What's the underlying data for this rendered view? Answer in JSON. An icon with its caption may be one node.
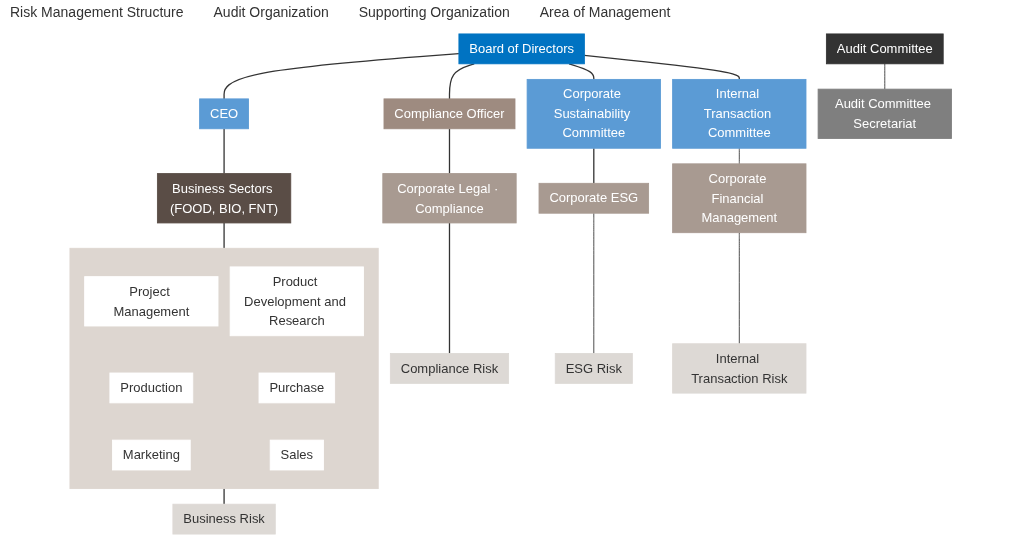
{
  "diagram": {
    "nodes": [
      {
        "text": [
          "Board of Directors"
        ]
      },
      {
        "text": [
          "Audit Committee"
        ]
      },
      {
        "text": [
          "Compliance Officer"
        ]
      },
      {
        "text": [
          "CEO"
        ]
      },
      {
        "text": [
          "Corporate Sustainability Committee"
        ]
      },
      {
        "text": [
          "Internal Transaction Committee"
        ]
      },
      {
        "text": [
          "Business Sectors (FOOD, BIO, FNT)"
        ]
      },
      {
        "text": [],
        "shape": "box"
      },
      {
        "text": [
          "Project Management"
        ],
        "in": 7
      },
      {
        "text": [
          "Product Development and Research"
        ],
        "in": 7
      },
      {
        "text": [
          "Production"
        ],
        "in": 7
      },
      {
        "text": [
          "Purchase"
        ],
        "in": 7
      },
      {
        "text": [
          "Marketing"
        ],
        "in": 7
      },
      {
        "text": [
          "Sales"
        ],
        "in": 7
      },
      {
        "text": [
          "Corporate Legal · Compliance"
        ]
      },
      {
        "text": [
          "Corporate ESG"
        ]
      },
      {
        "text": [
          "Corporate Financial Management"
        ]
      },
      {
        "text": [
          "Audit Committee Secretariat"
        ]
      },
      {
        "text": [
          "Compliance Risk"
        ]
      },
      {
        "text": [
          "Business Risk"
        ]
      },
      {
        "text": [
          "ESG Risk"
        ]
      },
      {
        "text": [
          "Internal Transaction Risk"
        ]
      }
    ],
    "edges": [
      {
        "from": 0,
        "to": 2,
        "arrow": "none"
      },
      {
        "from": 0,
        "to": 3,
        "arrow": "none"
      },
      {
        "from": 0,
        "to": 4,
        "arrow": "none"
      },
      {
        "from": 0,
        "to": 5,
        "arrow": "none"
      },
      {
        "from": 3,
        "to": 6,
        "arrow": "none"
      },
      {
        "from": 6,
        "to": 7,
        "arrow": "none"
      },
      {
        "from": 7,
        "to": 19,
        "arrow": "none"
      },
      {
        "from": 2,
        "to": 14,
        "arrow": "none"
      },
      {
        "from": 14,
        "to": 18,
        "arrow": "none"
      },
      {
        "from": 4,
        "to": 15,
        "arrow": "none"
      },
      {
        "from": 15,
        "to": 20,
        "arrow": "none"
      },
      {
        "from": 5,
        "to": 16,
        "arrow": "none"
      },
      {
        "from": 16,
        "to": 21,
        "arrow": "none"
      },
      {
        "from": 1,
        "to": 17,
        "arrow": "none"
      }
    ],
    "labels": [
      "Risk Management Structure",
      "Audit Organization",
      "Supporting Organization",
      "Area of Management"
    ]
  }
}
